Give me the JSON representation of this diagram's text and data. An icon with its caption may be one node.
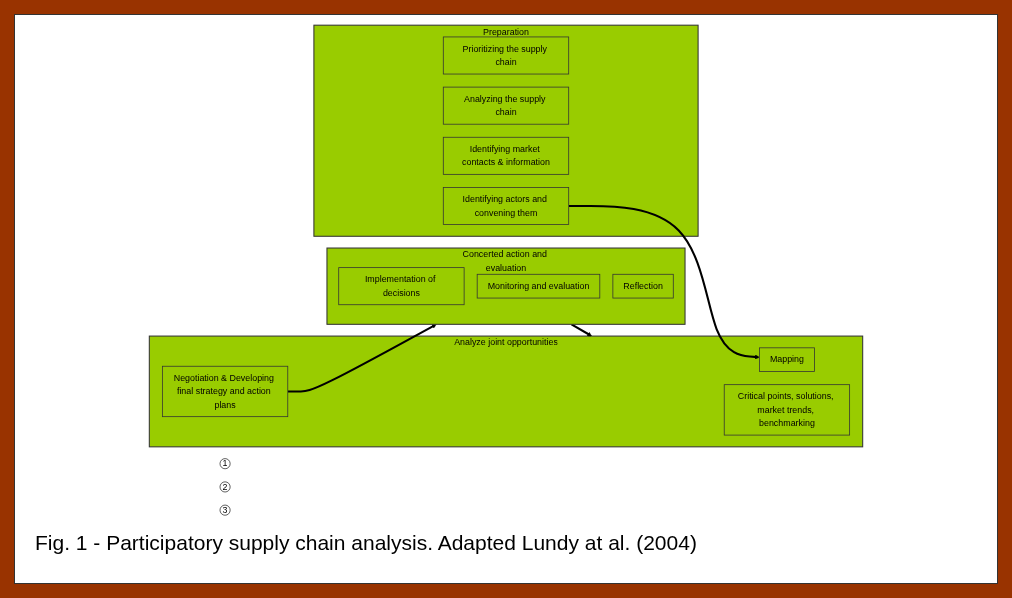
{
  "diagram": {
    "caption": "Fig. 1 - Participatory supply chain analysis. Adapted Lundy at al. (2004)",
    "nodes": [
      {
        "text": [
          "1"
        ]
      },
      {
        "text": [
          "Preparation"
        ]
      },
      {
        "text": [
          "Prioritizing the supply chain"
        ],
        "in": 1
      },
      {
        "text": [
          "Analyzing the supply chain"
        ],
        "in": 1
      },
      {
        "text": [
          "Identifying market contacts & information"
        ],
        "in": 1
      },
      {
        "text": [
          "Identifying actors and convening them"
        ],
        "in": 1
      },
      {
        "text": [
          "2"
        ]
      },
      {
        "text": [
          "Analyze joint opportunities"
        ]
      },
      {
        "text": [
          "Mapping"
        ],
        "in": 7
      },
      {
        "text": [
          "Critical points, solutions, market trends, benchmarking"
        ],
        "in": 7
      },
      {
        "text": [
          "Negotiation & Developing final strategy and action plans"
        ],
        "in": 7
      },
      {
        "text": [
          "3"
        ]
      },
      {
        "text": [
          "Concerted action and evaluation"
        ]
      },
      {
        "text": [
          "Implementation of decisions"
        ],
        "in": 12
      },
      {
        "text": [
          "Monitoring and evaluation"
        ],
        "in": 12
      },
      {
        "text": [
          "Reflection"
        ],
        "in": 12
      }
    ],
    "edges": [
      {
        "from": 5,
        "to": 8,
        "arrow": "to"
      },
      {
        "from": 10,
        "to": 12,
        "arrow": "to"
      },
      {
        "from": 12,
        "to": 7,
        "arrow": "to"
      }
    ]
  }
}
